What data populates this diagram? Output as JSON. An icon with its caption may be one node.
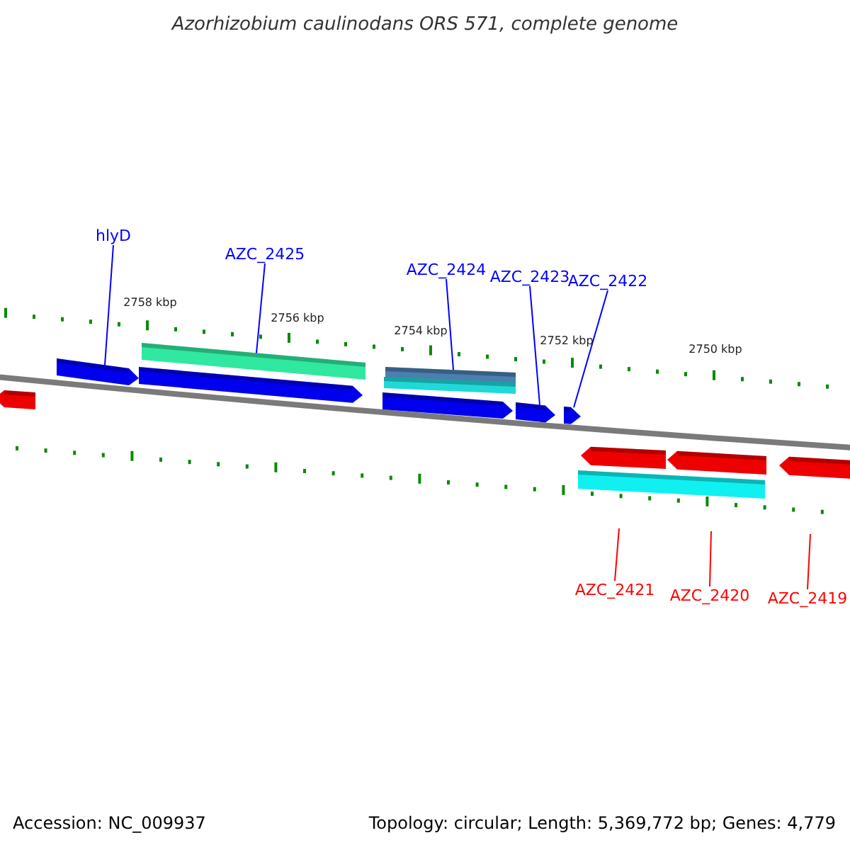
{
  "diagram": {
    "title": "Azorhizobium caulinodans ORS 571, complete genome",
    "nodes": [
      {
        "text": [
          "hlyD"
        ]
      },
      {
        "text": [
          "AZC_2425"
        ]
      },
      {
        "text": [
          "AZC_2424"
        ]
      },
      {
        "text": [
          "AZC_2423"
        ]
      },
      {
        "text": [
          "AZC_2422"
        ]
      },
      {
        "text": [],
        "shape": "bar"
      },
      {
        "text": [],
        "shape": "bar"
      },
      {
        "text": [],
        "shape": "bar"
      },
      {
        "text": [],
        "shape": "arrow"
      },
      {
        "text": [],
        "shape": "arrow"
      },
      {
        "text": [],
        "shape": "arrow"
      },
      {
        "text": [],
        "shape": "arrow"
      },
      {
        "text": [],
        "shape": "arrow"
      },
      {
        "text": [],
        "shape": "arrow"
      },
      {
        "text": [],
        "shape": "arrow"
      },
      {
        "text": [],
        "shape": "arrow"
      },
      {
        "text": [],
        "shape": "arrow"
      },
      {
        "text": [],
        "shape": "bar"
      },
      {
        "text": [
          "AZC_2421"
        ]
      },
      {
        "text": [
          "AZC_2420"
        ]
      },
      {
        "text": [
          "AZC_2419"
        ]
      }
    ],
    "edges": [
      {
        "from": 0,
        "to": 8,
        "arrow": "none"
      },
      {
        "from": 1,
        "to": 5,
        "arrow": "none"
      },
      {
        "from": 2,
        "to": 6,
        "arrow": "none"
      },
      {
        "from": 3,
        "to": 11,
        "arrow": "none"
      },
      {
        "from": 4,
        "to": 12,
        "arrow": "none"
      },
      {
        "from": 18,
        "to": null,
        "arrow": "none",
        "color": "#ff0000"
      },
      {
        "from": 19,
        "to": null,
        "arrow": "none",
        "color": "#ff0000"
      },
      {
        "from": 20,
        "to": null,
        "arrow": "none",
        "color": "#ff0000"
      }
    ],
    "labels": [
      "2758 kbp",
      "2756 kbp",
      "2754 kbp",
      "2752 kbp",
      "2750 kbp",
      "Accession: NC_009937",
      "Topology: circular; Length: 5,369,772 bp; Genes: 4,779"
    ]
  }
}
